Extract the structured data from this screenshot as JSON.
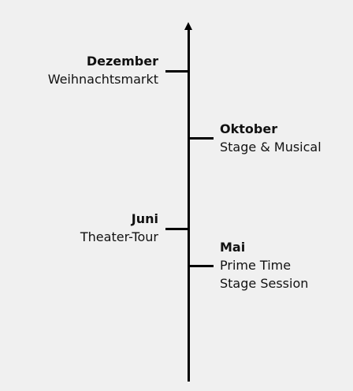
{
  "timeline": {
    "events": [
      {
        "month": "Dezember",
        "lines": [
          "Weihnachtsmarkt"
        ]
      },
      {
        "month": "Oktober",
        "lines": [
          "Stage & Musical"
        ]
      },
      {
        "month": "Juni",
        "lines": [
          "Theater-Tour"
        ]
      },
      {
        "month": "Mai",
        "lines": [
          "Prime Time",
          "Stage Session"
        ]
      }
    ]
  }
}
